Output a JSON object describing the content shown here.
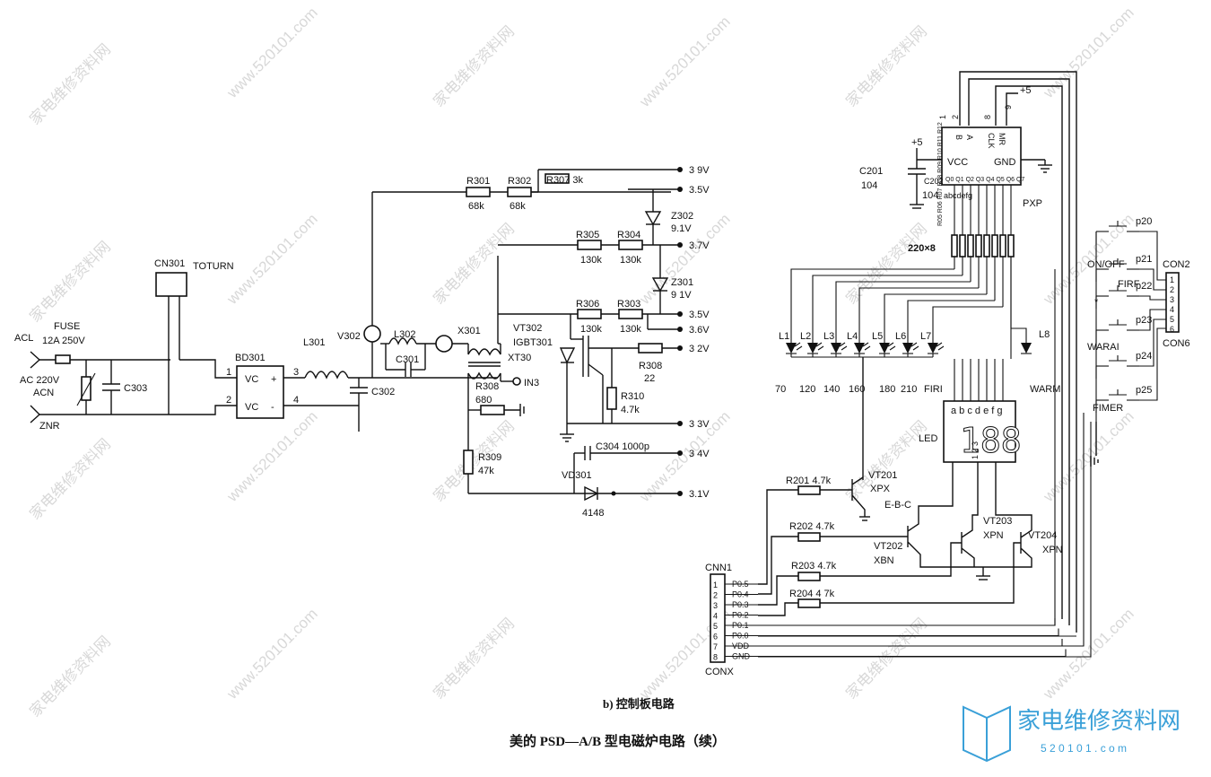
{
  "captions": {
    "sub": "b) 控制板电路",
    "main": "美的 PSD—A/B 型电磁炉电路（续）"
  },
  "logo": {
    "name": "家电维修资料网",
    "url": "5 2 0 1 0 1 . c o m"
  },
  "watermarks": {
    "site_cn": "家电维修资料网",
    "site_url": "www.520101.com"
  },
  "left_circuit": {
    "acl": "ACL",
    "ac220": "AC 220V",
    "acn": "ACN",
    "znr": "ZNR",
    "fuse": "FUSE",
    "fuse_rating": "12A 250V",
    "c303": "C303",
    "cn301": "CN301",
    "toturn": "TOTURN",
    "bd301": "BD301",
    "vc_plus": "VC",
    "vc_minus": "VC",
    "plus": "+",
    "minus": "-",
    "pin1": "1",
    "pin2": "2",
    "pin3": "3",
    "pin4": "4",
    "l301": "L301",
    "c302": "C302",
    "v302": "V302",
    "l302": "L302",
    "c301": "C301",
    "x301": "X301",
    "xt30": "XT30",
    "r308a": "R308",
    "r308a_val": "680",
    "in3": "IN3",
    "r309": "R309",
    "r309_val": "47k",
    "r301": "R301",
    "r301_val": "68k",
    "r302": "R302",
    "r302_val": "68k",
    "r307": "R307 3k",
    "z302": "Z302",
    "z302_val": "9.1V",
    "r305": "R305",
    "r305_val": "130k",
    "r304": "R304",
    "r304_val": "130k",
    "z301": "Z301",
    "z301_val": "9 1V",
    "vt302": "VT302",
    "igbt": "IGBT301",
    "r306": "R306",
    "r306_val": "130k",
    "r303": "R303",
    "r303_val": "130k",
    "r308b": "R308",
    "r308b_val": "22",
    "r310": "R310",
    "r310_val": "4.7k",
    "c304": "C304 1000p",
    "vd301": "VD301",
    "vd301_val": "4148",
    "t39": "3 9V",
    "t35a": "3.5V",
    "t37": "3.7V",
    "t35b": "3.5V",
    "t36": "3.6V",
    "t32": "3 2V",
    "t33": "3 3V",
    "t34": "3 4V",
    "t31": "3.1V"
  },
  "right_circuit": {
    "plus5_top": "+5",
    "plus5_left": "+5",
    "pin1": "1",
    "pin2": "2",
    "pin8": "8",
    "pin9": "9",
    "b": "B",
    "a": "A",
    "mr": "MR",
    "clk": "CLK",
    "vcc": "VCC",
    "gnd": "GND",
    "q_pins": "Q0 Q1 Q2 Q3 Q4 Q5 Q6 Q7",
    "c201": "C201",
    "c201_val": "104",
    "c202": "C202",
    "c202_val": "104",
    "pxp": "PXP",
    "seg_letters_ic": "abcdefg",
    "resistors": "R05 R06 R07 R08 R09 R10 R11 R12",
    "r_array": "220×8",
    "leds": [
      "L1",
      "L2",
      "L3",
      "L4",
      "L5",
      "L6",
      "L7"
    ],
    "l8": "L8",
    "temps": [
      "70",
      "120",
      "140",
      "160",
      "180",
      "210"
    ],
    "firi": "FIRI",
    "warm": "WARM",
    "led_label": "LED",
    "seg_letters": "a b c d e f g",
    "digit_nums": "1 2 3",
    "r201": "R201 4.7k",
    "r202": "R202 4.7k",
    "r203": "R203 4.7k",
    "r204": "R204 4 7k",
    "vt201": "VT201",
    "xpx": "XPX",
    "ebc": "E-B-C",
    "vt202": "VT202",
    "xbn": "XBN",
    "vt203": "VT203",
    "xpn1": "XPN",
    "vt204": "VT204",
    "xpn2": "XPN",
    "cnn1": "CNN1",
    "conx": "CONX",
    "conn_pins": [
      "1",
      "2",
      "3",
      "4",
      "5",
      "6",
      "7",
      "8"
    ],
    "conn_sigs": [
      "P0.5",
      "P0.4",
      "P0.3",
      "P0.2",
      "P0.1",
      "P0.0",
      "VDD",
      "GND"
    ],
    "switches": [
      "ON/OFF",
      "FIRF",
      "WARAI",
      "FIMER"
    ],
    "star": "*",
    "p_labels": [
      "p20",
      "p21",
      "p22",
      "p23",
      "p24",
      "p25"
    ],
    "con2": "CON2",
    "con6": "CON6",
    "con_pins": [
      "1",
      "2",
      "3",
      "4",
      "5",
      "6"
    ]
  }
}
